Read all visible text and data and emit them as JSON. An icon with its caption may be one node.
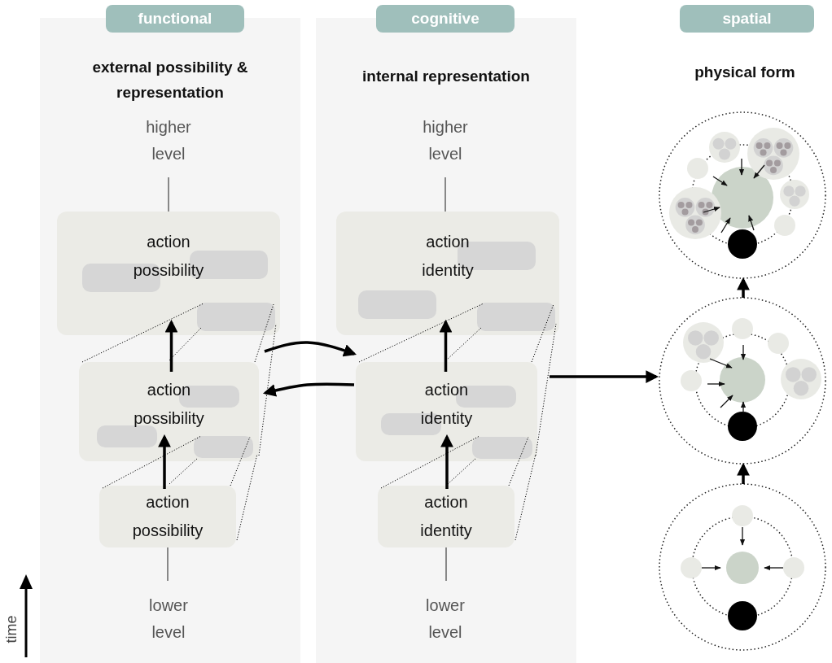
{
  "diagram": {
    "nodes": [
      {
        "text": [
          "functional"
        ]
      },
      {
        "text": [
          "external possibility & representation"
        ]
      },
      {
        "text": [
          "higher level"
        ],
        "in": 1
      },
      {
        "text": [
          "action possibility"
        ],
        "in": 1
      },
      {
        "text": [
          "action possibility"
        ],
        "in": 1
      },
      {
        "text": [
          "action possibility"
        ],
        "in": 1
      },
      {
        "text": [
          "lower level"
        ],
        "in": 1
      },
      {
        "text": [
          "cognitive"
        ]
      },
      {
        "text": [
          "internal representation"
        ]
      },
      {
        "text": [
          "higher level"
        ],
        "in": 8
      },
      {
        "text": [
          "action identity"
        ],
        "in": 8
      },
      {
        "text": [
          "action identity"
        ],
        "in": 8
      },
      {
        "text": [
          "action identity"
        ],
        "in": 8
      },
      {
        "text": [
          "lower level"
        ],
        "in": 8
      },
      {
        "text": [
          "spatial"
        ]
      },
      {
        "text": [],
        "shape": "circle"
      },
      {
        "text": [],
        "shape": "circle"
      },
      {
        "text": [],
        "shape": "circle"
      },
      {
        "text": [],
        "shape": "box",
        "in": 3
      },
      {
        "text": [],
        "shape": "box",
        "in": 3
      },
      {
        "text": [],
        "shape": "box",
        "in": 3
      },
      {
        "text": [],
        "shape": "box",
        "in": 4
      },
      {
        "text": [],
        "shape": "box",
        "in": 4
      },
      {
        "text": [],
        "shape": "box",
        "in": 4
      },
      {
        "text": [],
        "shape": "box",
        "in": 10
      },
      {
        "text": [],
        "shape": "box",
        "in": 10
      },
      {
        "text": [],
        "shape": "box",
        "in": 10
      },
      {
        "text": [],
        "shape": "box",
        "in": 11
      },
      {
        "text": [],
        "shape": "box",
        "in": 11
      },
      {
        "text": [],
        "shape": "box",
        "in": 11
      }
    ],
    "edges": [
      {
        "from": 2,
        "to": 3,
        "arrow": "none",
        "color": "#888888"
      },
      {
        "from": 4,
        "to": 3,
        "arrow": "to",
        "style": "thick"
      },
      {
        "from": 5,
        "to": 4,
        "arrow": "to",
        "style": "thick"
      },
      {
        "from": 5,
        "to": 6,
        "arrow": "none",
        "color": "#888888"
      },
      {
        "from": 9,
        "to": 10,
        "arrow": "none",
        "color": "#888888"
      },
      {
        "from": 11,
        "to": 10,
        "arrow": "to",
        "style": "thick"
      },
      {
        "from": 12,
        "to": 11,
        "arrow": "to",
        "style": "thick"
      },
      {
        "from": 12,
        "to": 13,
        "arrow": "none",
        "color": "#888888"
      },
      {
        "from": 4,
        "to": 11,
        "arrow": "to",
        "style": "thick"
      },
      {
        "from": 11,
        "to": 4,
        "arrow": "to",
        "style": "thick"
      },
      {
        "from": 11,
        "to": 16,
        "arrow": "to",
        "style": "thick"
      },
      {
        "from": 17,
        "to": 16,
        "arrow": "to",
        "style": "thick"
      },
      {
        "from": 16,
        "to": 15,
        "arrow": "to",
        "style": "thick"
      },
      {
        "from": 4,
        "to": 20,
        "arrow": "none",
        "style": "dashed"
      },
      {
        "from": 4,
        "to": 20,
        "arrow": "none",
        "style": "dashed"
      },
      {
        "from": 4,
        "to": 20,
        "arrow": "none",
        "style": "dashed"
      },
      {
        "from": 4,
        "to": 20,
        "arrow": "none",
        "style": "dashed"
      },
      {
        "from": 5,
        "to": 23,
        "arrow": "none",
        "style": "dashed"
      },
      {
        "from": 5,
        "to": 23,
        "arrow": "none",
        "style": "dashed"
      },
      {
        "from": 5,
        "to": 23,
        "arrow": "none",
        "style": "dashed"
      },
      {
        "from": 5,
        "to": 23,
        "arrow": "none",
        "style": "dashed"
      },
      {
        "from": 11,
        "to": 26,
        "arrow": "none",
        "style": "dashed"
      },
      {
        "from": 11,
        "to": 26,
        "arrow": "none",
        "style": "dashed"
      },
      {
        "from": 11,
        "to": 26,
        "arrow": "none",
        "style": "dashed"
      },
      {
        "from": 11,
        "to": 26,
        "arrow": "none",
        "style": "dashed"
      },
      {
        "from": 12,
        "to": 29,
        "arrow": "none",
        "style": "dashed"
      },
      {
        "from": 12,
        "to": 29,
        "arrow": "none",
        "style": "dashed"
      },
      {
        "from": 12,
        "to": 29,
        "arrow": "none",
        "style": "dashed"
      },
      {
        "from": 12,
        "to": 29,
        "arrow": "none",
        "style": "dashed"
      }
    ],
    "labels": [
      "physical form",
      "time"
    ]
  }
}
